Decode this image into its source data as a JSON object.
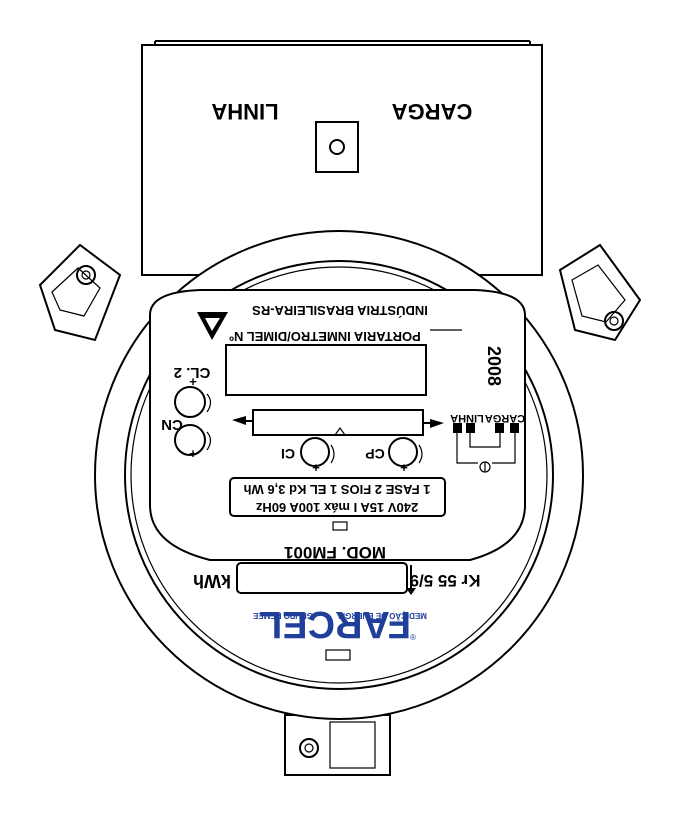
{
  "terminal_cover": {
    "line_label": "LINHA",
    "load_label": "CARGA"
  },
  "nameplate": {
    "manufacturer_line": "INDÚSTRIA BRASILEIRA-RS",
    "approval_line": "PORTARIA INMETRO/DIMEL Nº",
    "accuracy_class": "CL. 2",
    "year_digits": "2008",
    "wiring_line_label": "LINHA",
    "wiring_load_label": "CARGA",
    "cn_label": "CN",
    "ci_label": "CI",
    "cp_label": "CP",
    "spec_row1": "1 FASE  2 FIOS  1 EL  Kd 3,6 Wh",
    "spec_row2": "240V  15A  I máx 100A  60Hz",
    "model": "MOD. FM001",
    "register_unit": "kWh",
    "register_constant": "Kr 55 5/9"
  },
  "brand": {
    "name": "FARCEL",
    "tagline_left": "GRUPO REMEE",
    "tagline_right": "MEDIÇÃO DE ENERGIA",
    "color": "#1f3f9a"
  }
}
